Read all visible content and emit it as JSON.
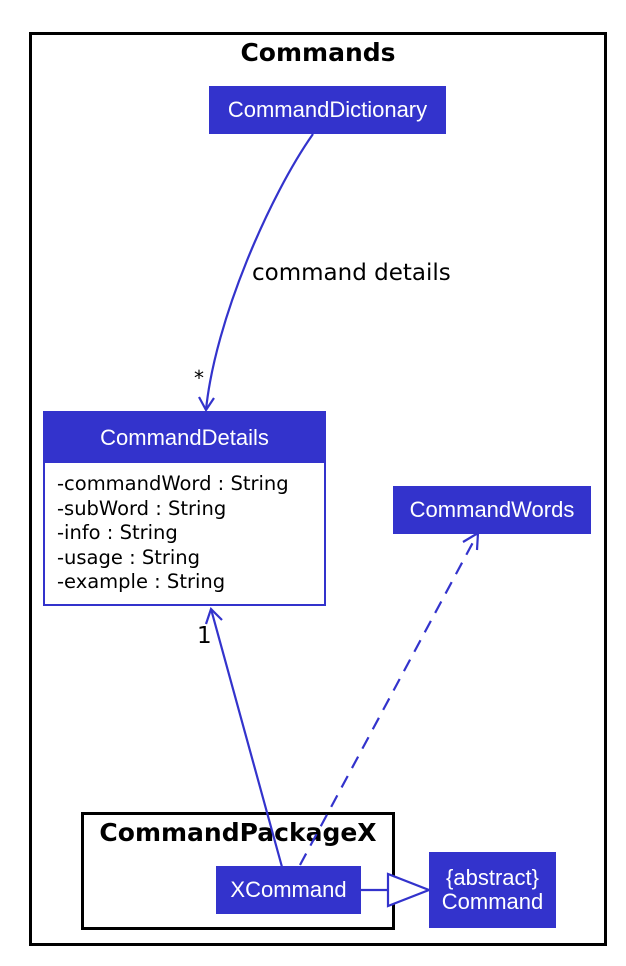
{
  "commands_frame": {
    "title": "Commands"
  },
  "package_frame": {
    "title": "CommandPackageX"
  },
  "classes": {
    "command_dictionary": "CommandDictionary",
    "command_details": {
      "name": "CommandDetails",
      "attributes": [
        "-commandWord : String",
        "-subWord : String",
        "-info : String",
        "-usage : String",
        "-example : String"
      ]
    },
    "command_words": "CommandWords",
    "x_command": "XCommand",
    "command": {
      "stereotype": "{abstract}",
      "name": "Command"
    }
  },
  "edges": {
    "dictionary_to_details_label": "command details",
    "dictionary_to_details_multiplicity": "*",
    "xcommand_to_details_multiplicity": "1"
  },
  "colors": {
    "class_fill": "#3333cc",
    "edge": "#3333cc",
    "frame": "#000000"
  }
}
